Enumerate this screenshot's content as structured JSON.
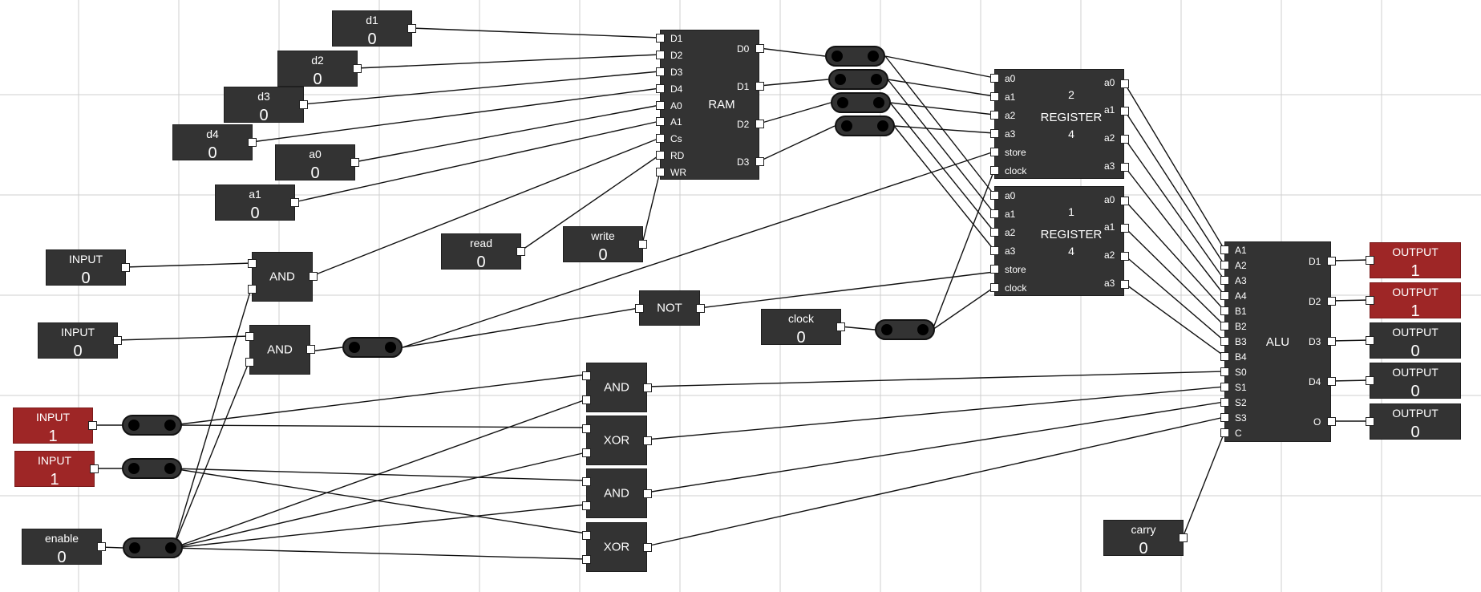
{
  "grid": {
    "spacing": 107,
    "color": "#cfcfcf"
  },
  "colors": {
    "block": "#333333",
    "on": "#9e2626",
    "wire": "#111111"
  },
  "inputs": {
    "d1": {
      "label": "d1",
      "value": "0"
    },
    "d2": {
      "label": "d2",
      "value": "0"
    },
    "d3": {
      "label": "d3",
      "value": "0"
    },
    "d4": {
      "label": "d4",
      "value": "0"
    },
    "a0": {
      "label": "a0",
      "value": "0"
    },
    "a1": {
      "label": "a1",
      "value": "0"
    },
    "read": {
      "label": "read",
      "value": "0"
    },
    "write": {
      "label": "write",
      "value": "0"
    },
    "in1": {
      "label": "INPUT",
      "value": "0"
    },
    "in2": {
      "label": "INPUT",
      "value": "0"
    },
    "in3": {
      "label": "INPUT",
      "value": "1"
    },
    "in4": {
      "label": "INPUT",
      "value": "1"
    },
    "enable": {
      "label": "enable",
      "value": "0"
    },
    "clock": {
      "label": "clock",
      "value": "0"
    },
    "carry": {
      "label": "carry",
      "value": "0"
    }
  },
  "outputs": [
    {
      "label": "OUTPUT",
      "value": "1"
    },
    {
      "label": "OUTPUT",
      "value": "1"
    },
    {
      "label": "OUTPUT",
      "value": "0"
    },
    {
      "label": "OUTPUT",
      "value": "0"
    },
    {
      "label": "OUTPUT",
      "value": "0"
    }
  ],
  "gates": {
    "and1": "AND",
    "and2": "AND",
    "not1": "NOT",
    "and3": "AND",
    "xor1": "XOR",
    "and4": "AND",
    "xor2": "XOR"
  },
  "ram": {
    "label": "RAM",
    "inputs": [
      "D1",
      "D2",
      "D3",
      "D4",
      "A0",
      "A1",
      "Cs",
      "RD",
      "WR"
    ],
    "outputs": [
      "D0",
      "D1",
      "D2",
      "D3"
    ]
  },
  "reg2": {
    "number": "2",
    "label": "REGISTER",
    "size": "4",
    "inputs": [
      "a0",
      "a1",
      "a2",
      "a3",
      "store",
      "clock"
    ],
    "outputs": [
      "a0",
      "a1",
      "a2",
      "a3"
    ]
  },
  "reg1": {
    "number": "1",
    "label": "REGISTER",
    "size": "4",
    "inputs": [
      "a0",
      "a1",
      "a2",
      "a3",
      "store",
      "clock"
    ],
    "outputs": [
      "a0",
      "a1",
      "a2",
      "a3"
    ]
  },
  "alu": {
    "label": "ALU",
    "inputs": [
      "A1",
      "A2",
      "A3",
      "A4",
      "B1",
      "B2",
      "B3",
      "B4",
      "S0",
      "S1",
      "S2",
      "S3",
      "C"
    ],
    "outputs": [
      "D1",
      "D2",
      "D3",
      "D4",
      "O"
    ]
  }
}
